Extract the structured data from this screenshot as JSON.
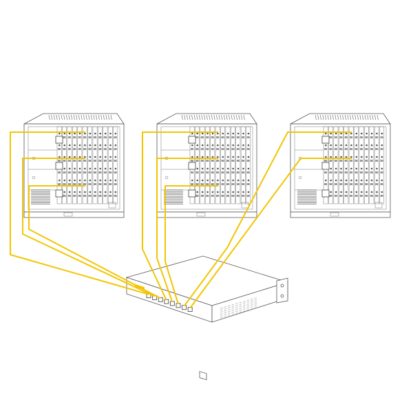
{
  "diagram": {
    "colors": {
      "background": "#ffffff",
      "cable": "#f2c500",
      "outline": "#555555",
      "shade": "#c9c9c9"
    },
    "chassis": [
      {
        "name": "left-chassis",
        "slot_count": 12
      },
      {
        "name": "center-chassis",
        "slot_count": 12
      },
      {
        "name": "right-chassis",
        "slot_count": 12
      }
    ],
    "switch": {
      "name": "network-switch",
      "port_count": 8
    },
    "cable_count": 8
  }
}
